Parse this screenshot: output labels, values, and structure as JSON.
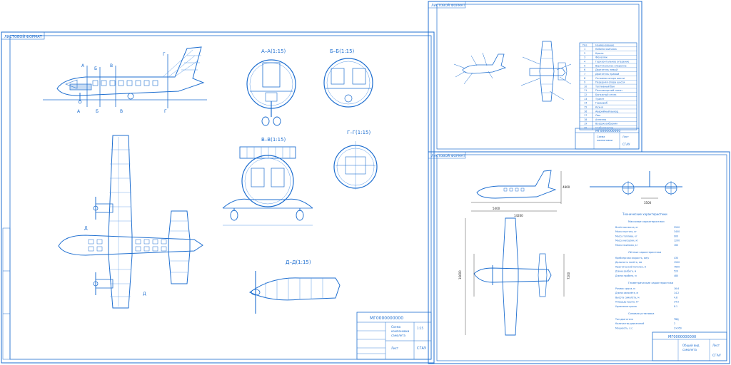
{
  "colors": {
    "line": "#1f6fd0",
    "light": "#5b9ae6",
    "paper": "#ffffff",
    "ink": "#222222"
  },
  "sheets": {
    "main": {
      "corner_stamp": "ЛИСТОВОЙ ФОРМАТ",
      "sections": {
        "a": "А–А(1:15)",
        "b": "Б–Б(1:15)",
        "v": "В–В(1:15)",
        "g": "Г–Г(1:15)",
        "d": "Д–Д(1:15)"
      },
      "cut_letters": [
        "А",
        "Б",
        "В",
        "Г",
        "А",
        "Б",
        "В",
        "Г",
        "Д",
        "Д"
      ],
      "title_block": {
        "doc_code": "МГ0000000000",
        "name_lines": [
          "Схема",
          "компоновки",
          "самолета"
        ],
        "org": "СГАУ",
        "sheet_label": "Лист",
        "scale": "1:15"
      }
    },
    "top_right": {
      "corner_stamp": "ЛИСТОВОЙ ФОРМАТ",
      "legend_header": [
        "Поз",
        "Наименование"
      ],
      "legend_rows": [
        [
          "1",
          "Кабина экипажа"
        ],
        [
          "2",
          "Крыло"
        ],
        [
          "3",
          "Фюзеляж"
        ],
        [
          "4",
          "Горизонтальное оперение"
        ],
        [
          "5",
          "Вертикальное оперение"
        ],
        [
          "6",
          "Двигатель левый"
        ],
        [
          "7",
          "Двигатель правый"
        ],
        [
          "8",
          "Основная опора шасси"
        ],
        [
          "9",
          "Передняя опора шасси"
        ],
        [
          "10",
          "Топливный бак"
        ],
        [
          "11",
          "Пассажирский салон"
        ],
        [
          "12",
          "Багажный отсек"
        ],
        [
          "13",
          "Туалет"
        ],
        [
          "14",
          "Гардероб"
        ],
        [
          "15",
          "Кухня"
        ],
        [
          "16",
          "Аварийный выход"
        ],
        [
          "17",
          "Люк"
        ],
        [
          "18",
          "Антенна"
        ],
        [
          "19",
          "Воздухозаборник"
        ],
        [
          "20",
          "Стабилизатор"
        ]
      ],
      "title_block": {
        "doc_code": "МГ0000000000",
        "name_lines": [
          "Схема",
          "компоновки"
        ],
        "org": "СГАУ",
        "sheet_label": "Лист"
      }
    },
    "bottom_right": {
      "corner_stamp": "ЛИСТОВОЙ ФОРМАТ",
      "spec_title": "Технические характеристики",
      "spec_sections": [
        {
          "heading": "Массовые характеристики",
          "rows": [
            [
              "Взлётная масса, кг",
              "5500"
            ],
            [
              "Масса пустого, кг",
              "3400"
            ],
            [
              "Масса топлива, кг",
              "900"
            ],
            [
              "Масса нагрузки, кг",
              "1200"
            ],
            [
              "Масса экипажа, кг",
              "160"
            ]
          ]
        },
        {
          "heading": "Лётные характеристики",
          "rows": [
            [
              "Крейсерская скорость, км/ч",
              "430"
            ],
            [
              "Дальность полёта, км",
              "1500"
            ],
            [
              "Практический потолок, м",
              "7600"
            ],
            [
              "Длина разбега, м",
              "520"
            ],
            [
              "Длина пробега, м",
              "480"
            ]
          ]
        },
        {
          "heading": "Геометрические характеристики",
          "rows": [
            [
              "Размах крыла, м",
              "16.6"
            ],
            [
              "Длина самолёта, м",
              "14.2"
            ],
            [
              "Высота самолёта, м",
              "4.8"
            ],
            [
              "Площадь крыла, м²",
              "34.0"
            ],
            [
              "Удлинение крыла",
              "8.1"
            ]
          ]
        },
        {
          "heading": "Силовая установка",
          "rows": [
            [
              "Тип двигателя",
              "ТВД"
            ],
            [
              "Количество двигателей",
              "2"
            ],
            [
              "Мощность, л.с.",
              "2×950"
            ]
          ]
        }
      ],
      "dims": [
        "14200",
        "16600",
        "4800",
        "3500",
        "5400",
        "7200"
      ],
      "title_block": {
        "doc_code": "МГ0000000000",
        "name_lines": [
          "Общий вид",
          "самолета"
        ],
        "org": "СГАУ",
        "sheet_label": "Лист"
      }
    }
  }
}
